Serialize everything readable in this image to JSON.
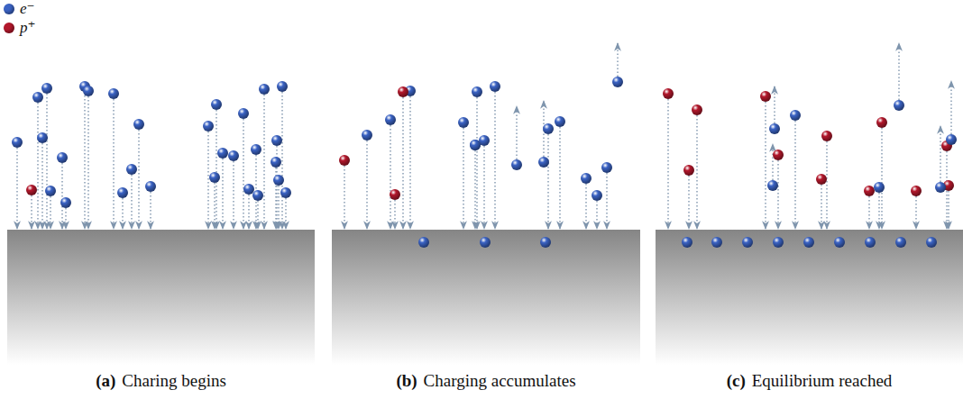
{
  "diagram": {
    "labels": [
      "(a)",
      "Charing begins",
      "(b)",
      "Charging accumulates",
      "(c)",
      "Equilibrium reached"
    ],
    "legend": [
      {
        "text": "e⁻",
        "color": "#3b63c4"
      },
      {
        "text": "p⁺",
        "color": "#b3182c"
      }
    ]
  }
}
